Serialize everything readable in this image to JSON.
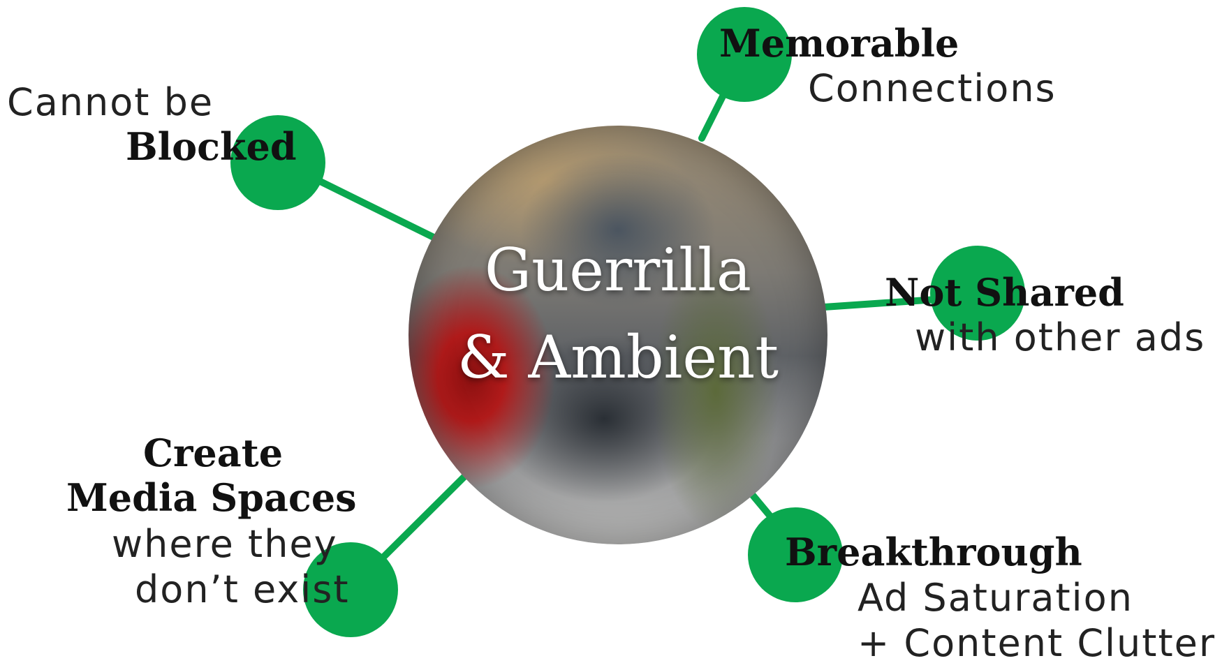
{
  "hub": {
    "title_line1": "Guerrilla",
    "title_line2": "& Ambient"
  },
  "colors": {
    "node": "#0aa84f",
    "connector": "#0aa84f",
    "hub_text": "#ffffff",
    "label_text": "#111111"
  },
  "branches": {
    "blocked": {
      "line1": "Cannot be",
      "line2": "Blocked"
    },
    "memorable": {
      "line1": "Memorable",
      "line2": "Connections"
    },
    "not_shared": {
      "line1": "Not Shared",
      "line2": "with other ads"
    },
    "create": {
      "line1": "Create",
      "line2": "Media Spaces",
      "line3": "where they",
      "line4": "don’t exist"
    },
    "breakthrough": {
      "line1": "Breakthrough",
      "line2": "Ad Saturation",
      "line3": "+ Content Clutter"
    }
  }
}
